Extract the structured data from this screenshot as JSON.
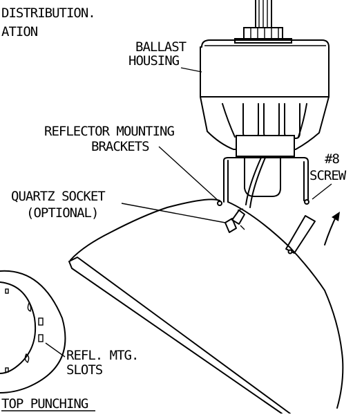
{
  "labels": {
    "top_line1": "DISTRIBUTION.",
    "top_line2": "ATION",
    "ballast_line1": "BALLAST",
    "ballast_line2": "HOUSING",
    "bracket_line1": "REFLECTOR MOUNTING",
    "bracket_line2": "BRACKETS",
    "screw_line1": "#8",
    "screw_line2": "SCREW",
    "socket_line1": "QUARTZ SOCKET",
    "socket_line2": "(OPTIONAL)",
    "slots_line1": "REFL. MTG.",
    "slots_line2": "SLOTS",
    "bottom_caption": "TOP PUNCHING"
  }
}
